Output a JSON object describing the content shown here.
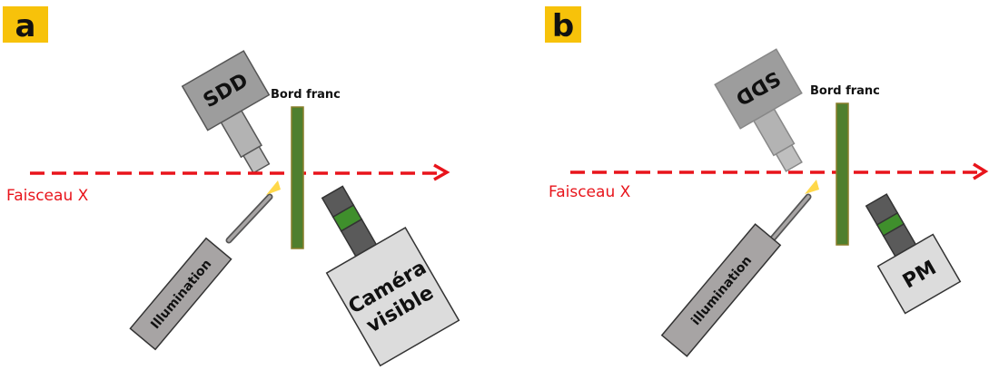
{
  "colors": {
    "badge": "#f7c20a",
    "beam": "#e8141b",
    "edge_fill": "#4f7f2e",
    "edge_border": "#8a7e2a",
    "sdd_head": "#9d9d9d",
    "sdd_neck": "#b3b3b3",
    "illumination": "#a7a4a4",
    "camera_body": "#dcdcdc",
    "lens_dark": "#5a5a5a",
    "lens_band": "#3f8f2c",
    "light_cone": "#ffd84a"
  },
  "panels": [
    {
      "letter": "a",
      "edge_label": "Bord franc",
      "beam_label": "Faisceau X",
      "sdd_label": "SDD",
      "illumination_label": "Illumination",
      "detector_label_line1": "Caméra",
      "detector_label_line2": "visible"
    },
    {
      "letter": "b",
      "edge_label": "Bord franc",
      "beam_label": "Faisceau X",
      "sdd_label": "SDD",
      "illumination_label": "illumination",
      "detector_label_line1": "PM"
    }
  ]
}
